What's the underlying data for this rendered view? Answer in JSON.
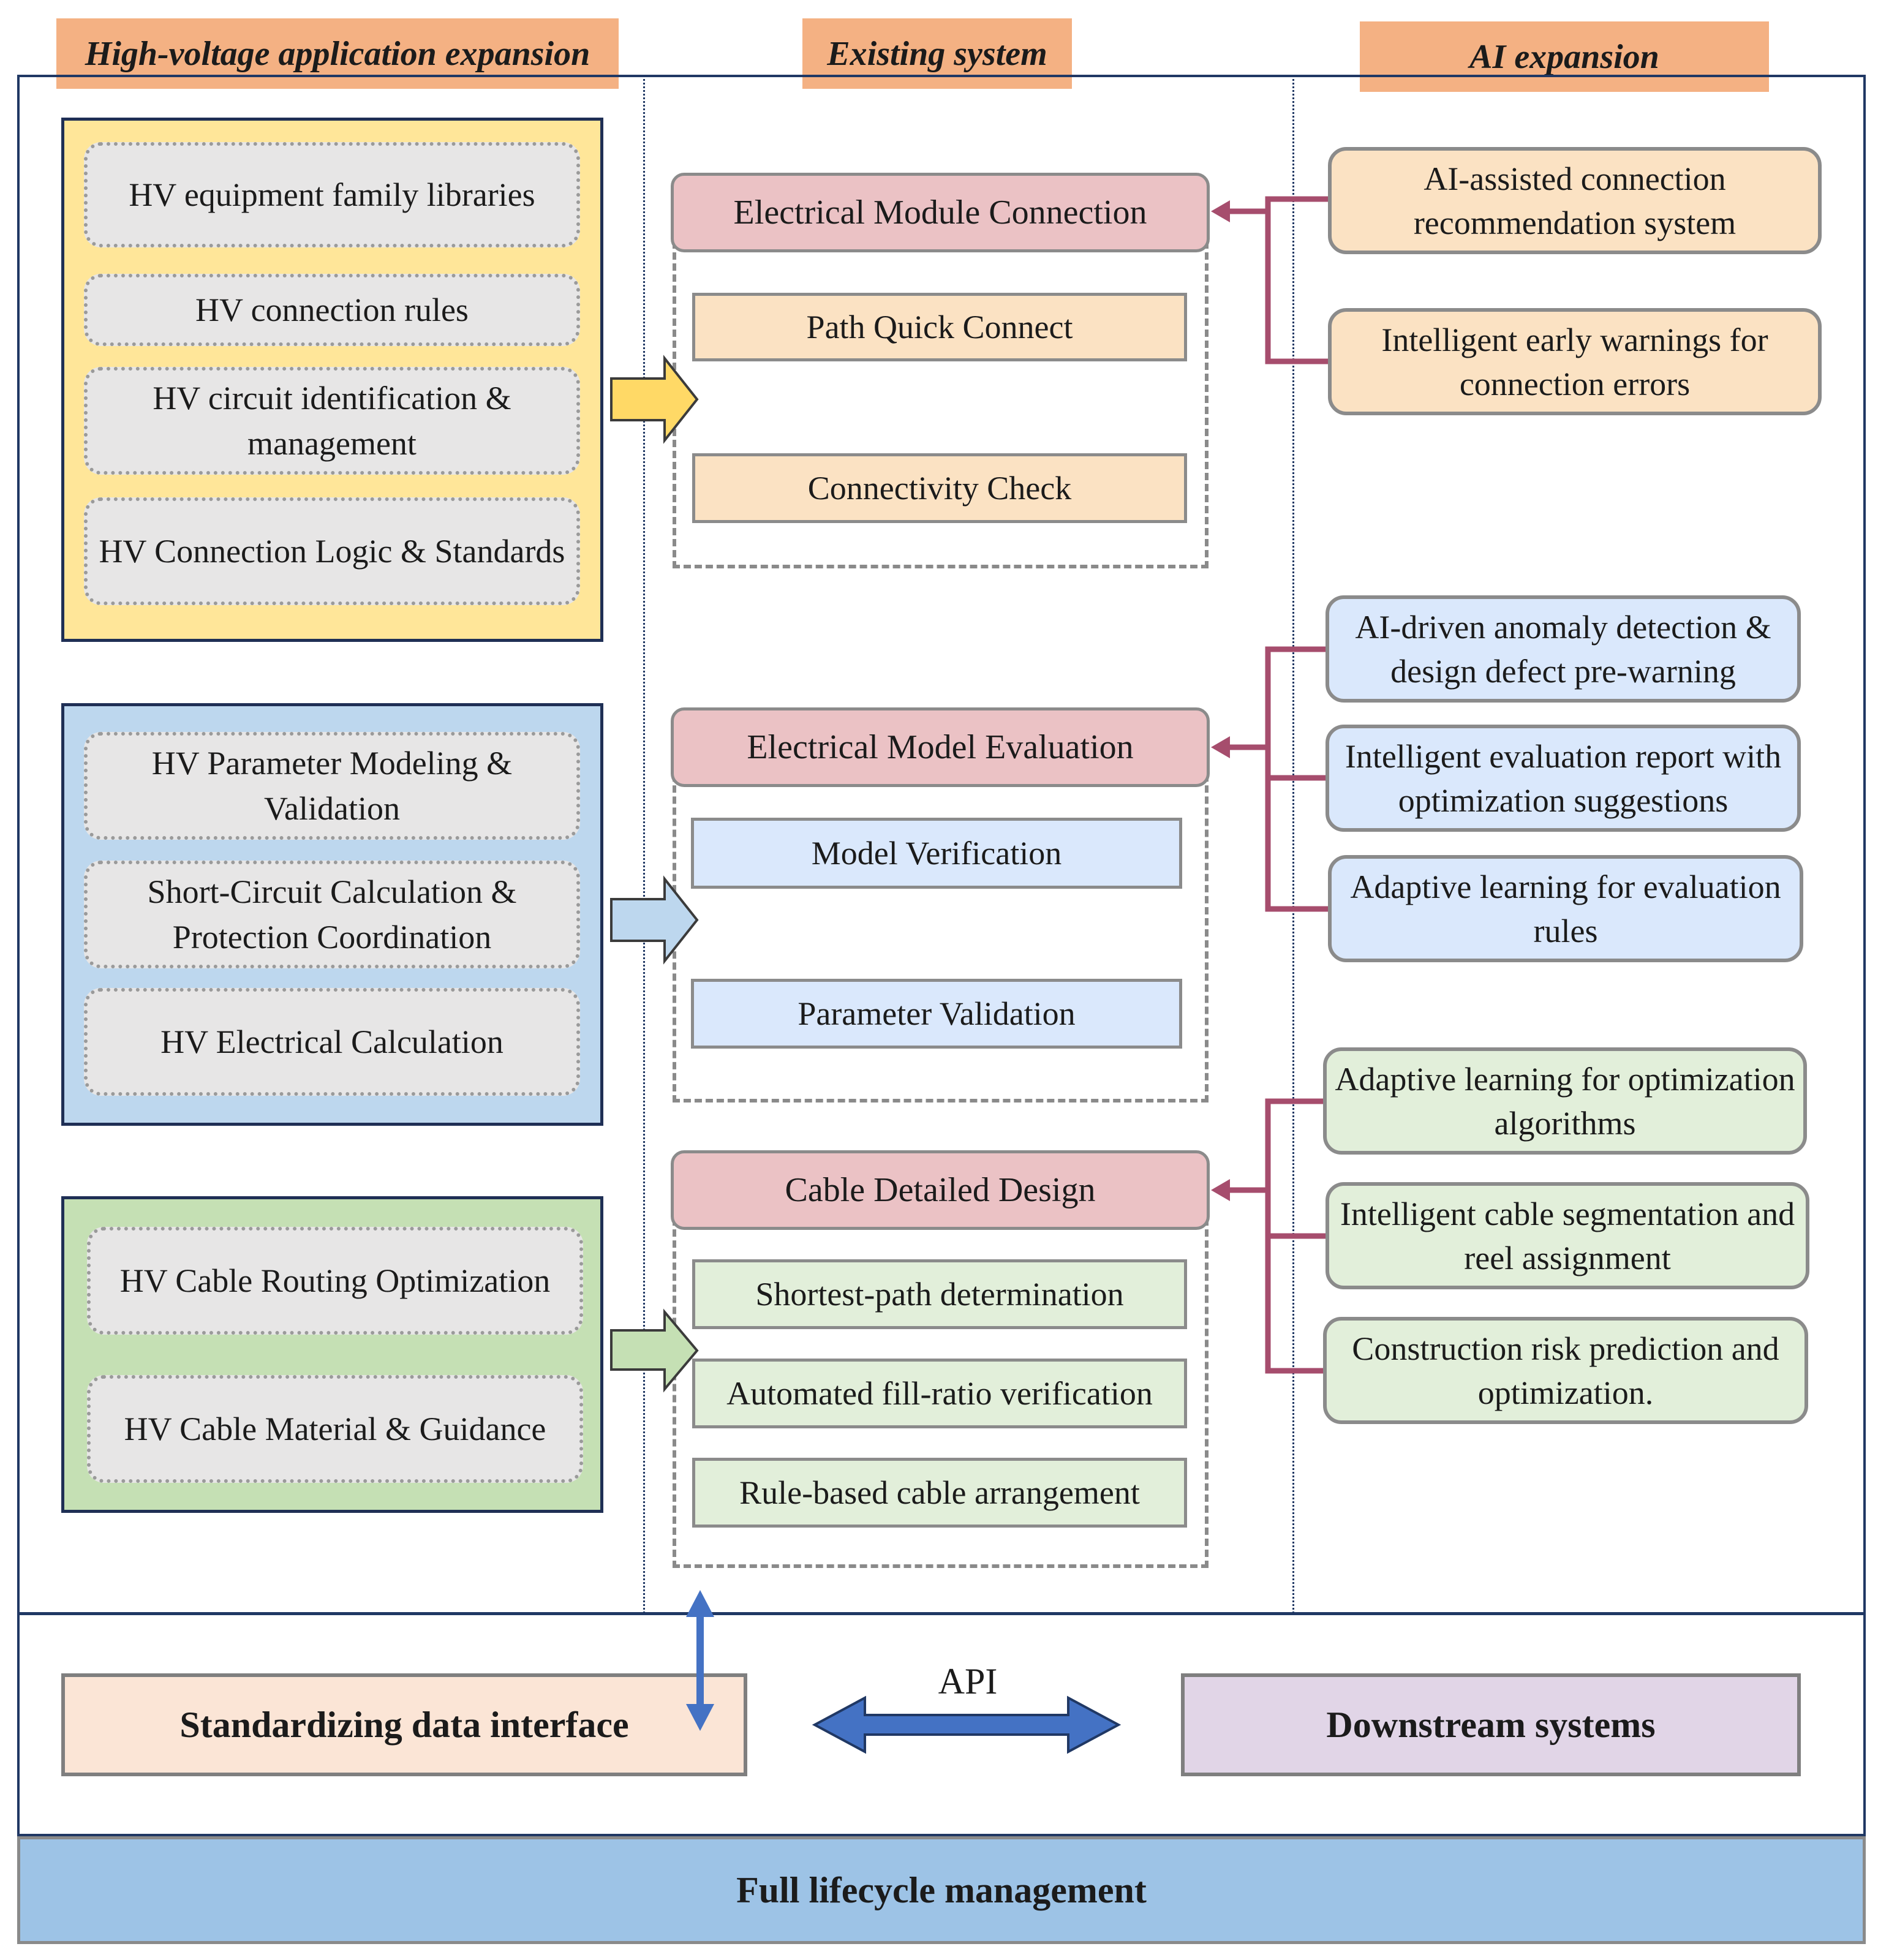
{
  "headers": {
    "hv": "High-voltage application expansion",
    "existing": "Existing system",
    "ai": "AI expansion"
  },
  "hv_groups": {
    "yellow": [
      "HV equipment family libraries",
      "HV connection rules",
      "HV circuit identification & management",
      "HV Connection Logic & Standards"
    ],
    "blue": [
      "HV Parameter Modeling & Validation",
      "Short-Circuit Calculation & Protection Coordination",
      "HV Electrical Calculation"
    ],
    "green": [
      "HV Cable Routing Optimization",
      "HV Cable Material & Guidance"
    ]
  },
  "existing": {
    "module_connection": {
      "title": "Electrical Module Connection",
      "items": [
        "Path Quick Connect",
        "Connectivity Check"
      ]
    },
    "model_evaluation": {
      "title": "Electrical Model Evaluation",
      "items": [
        "Model Verification",
        "Parameter Validation"
      ]
    },
    "cable_design": {
      "title": "Cable Detailed Design",
      "items": [
        "Shortest-path determination",
        "Automated fill-ratio verification",
        "Rule-based cable arrangement"
      ]
    }
  },
  "ai": {
    "connection": [
      "AI-assisted connection recommendation system",
      "Intelligent early warnings for connection errors"
    ],
    "evaluation": [
      "AI-driven anomaly detection & design defect pre-warning",
      "Intelligent evaluation report with optimization suggestions",
      "Adaptive learning for evaluation rules"
    ],
    "cable": [
      "Adaptive learning for optimization algorithms",
      "Intelligent cable segmentation and reel assignment",
      "Construction risk prediction and optimization."
    ]
  },
  "bottom": {
    "interface": "Standardizing data interface",
    "api": "API",
    "downstream": "Downstream systems",
    "lifecycle": "Full lifecycle management"
  },
  "colors": {
    "header_orange": "#f4b183",
    "yellow_panel": "#ffe699",
    "blue_panel": "#bdd7ee",
    "green_panel": "#c5e0b4",
    "module_pink": "#ebc2c5",
    "connector_maroon": "#a64d6d",
    "api_arrow_blue": "#4472c4",
    "lifecycle_blue": "#9dc3e6",
    "downstream_purple": "#e1d5e7",
    "interface_peach": "#fbe5d6"
  }
}
